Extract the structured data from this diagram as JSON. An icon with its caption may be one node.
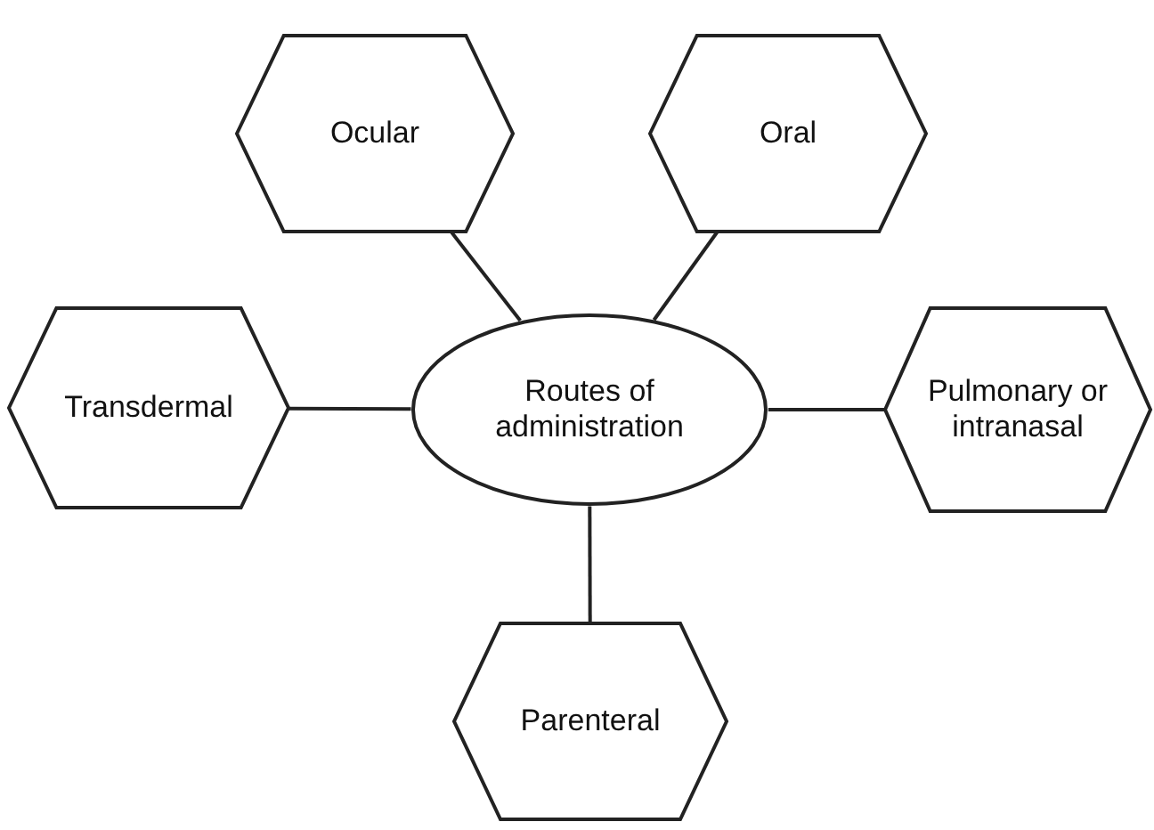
{
  "diagram": {
    "nodes": [
      {
        "text": [
          "Ocular"
        ]
      },
      {
        "text": [
          "Oral"
        ]
      },
      {
        "text": [
          "Transdermal"
        ]
      },
      {
        "text": [
          "Routes of administration"
        ]
      },
      {
        "text": [
          "Pulmonary or intranasal"
        ]
      },
      {
        "text": [
          "Parenteral"
        ]
      }
    ],
    "edges": [
      {
        "from": 3,
        "to": 0,
        "arrow": "none"
      },
      {
        "from": 3,
        "to": 1,
        "arrow": "none"
      },
      {
        "from": 3,
        "to": 2,
        "arrow": "none"
      },
      {
        "from": 3,
        "to": 4,
        "arrow": "none"
      },
      {
        "from": 3,
        "to": 5,
        "arrow": "none"
      }
    ]
  }
}
